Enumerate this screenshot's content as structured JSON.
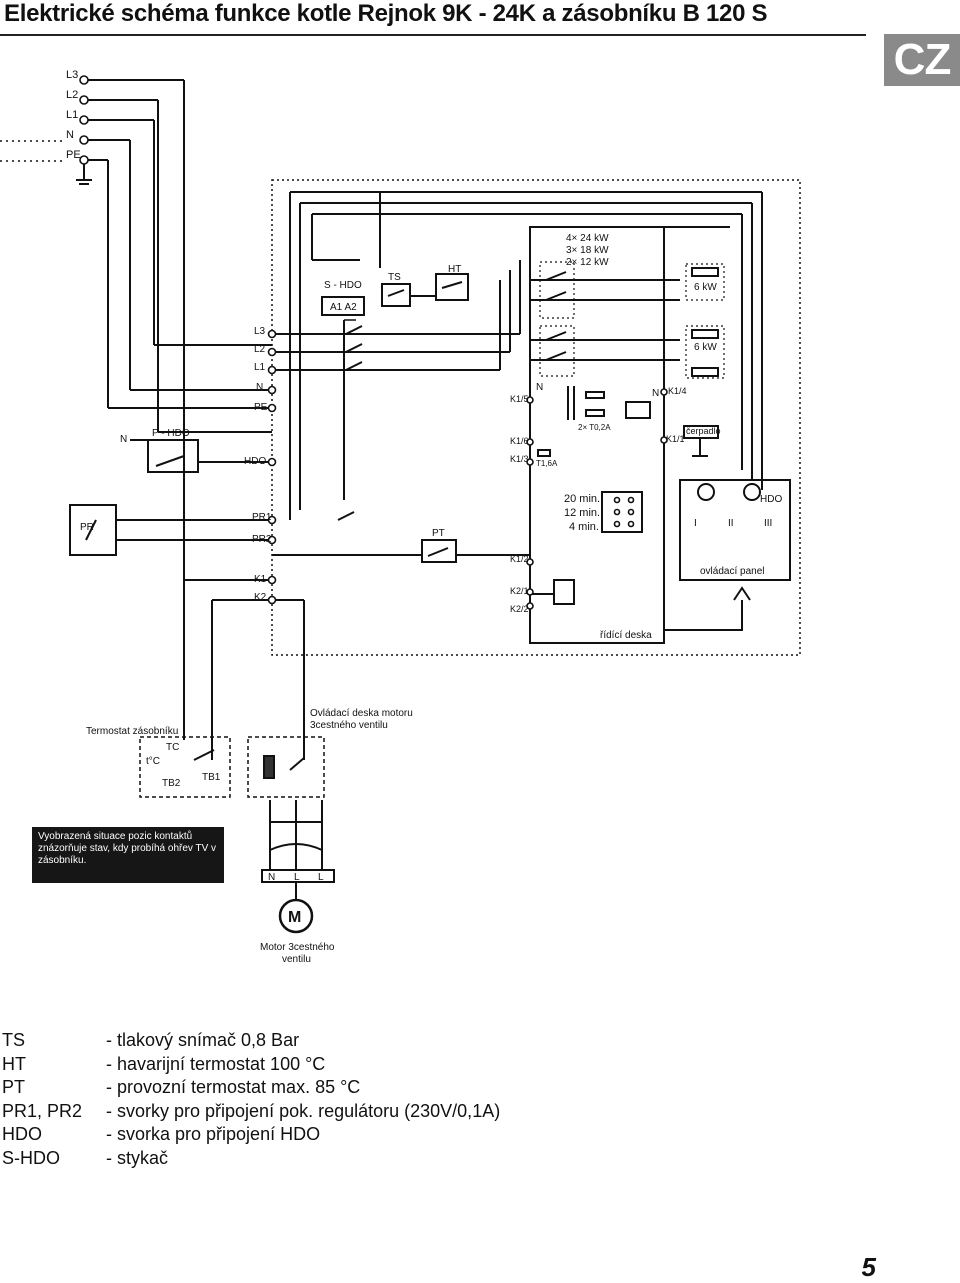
{
  "title": "Elektrické schéma funkce kotle Rejnok 9K - 24K a zásobníku B 120 S",
  "lang_badge": "CZ",
  "diagram": {
    "terminals": {
      "mains": [
        "L3",
        "L2",
        "L1",
        "N",
        "PE"
      ],
      "board": [
        "L3",
        "L2",
        "L1",
        "N",
        "PE",
        "HDO",
        "PR1",
        "PR2",
        "K1",
        "K2"
      ]
    },
    "labels": {
      "s_hdo": "S -  HDO",
      "a1a2": "A1 A2",
      "ts": "TS",
      "ht": "HT",
      "power": [
        "4×  24 kW",
        "3×  18 kW",
        "2×  12 kW"
      ],
      "kw_top": "6 kW",
      "kw_bottom": "6 kW",
      "k1_5": "K1/5",
      "k1_6": "K1/6",
      "k1_3": "K1/3",
      "k1_4": "K1/4",
      "k1_1": "K1/1",
      "k1_2": "K1/2",
      "k2_1": "K2/1",
      "k2_2": "K2/2",
      "n1": "N",
      "n2": "N",
      "n3": "N",
      "t16": "T1,6A",
      "t02": "2× T0,2A",
      "cerpadlo": "čerpadlo",
      "p_hdo": "P -  HDO",
      "pr": "PR",
      "pt": "PT",
      "hdo_lamp": "HDO",
      "times": [
        "20 min.",
        "12 min.",
        "4 min."
      ],
      "modes": [
        "I",
        "II",
        "III"
      ],
      "panel": "ovládací panel",
      "ridici": "řídící deska",
      "termostat": "Termostat zásobníku",
      "tc": "TC",
      "tdeg": "t°C",
      "tb2": "TB2",
      "tb1": "TB1",
      "ovladaci": [
        "Ovládací deska motoru",
        "3cestného ventilu"
      ],
      "nll": [
        "N",
        "L",
        "L"
      ],
      "m": "M",
      "motor": [
        "Motor 3cestného",
        "ventilu"
      ]
    }
  },
  "note": "Vyobrazená situace pozic kontaktů znázorňuje stav, kdy probíhá ohřev TV v zásobníku.",
  "legend": [
    {
      "key": "TS",
      "desc": "- tlakový snímač 0,8 Bar"
    },
    {
      "key": "HT",
      "desc": "- havarijní termostat 100 °C"
    },
    {
      "key": "PT",
      "desc": "- provozní termostat max. 85 °C"
    },
    {
      "key": "PR1, PR2",
      "desc": "- svorky pro připojení pok. regulátoru (230V/0,1A)"
    },
    {
      "key": "HDO",
      "desc": "- svorka pro připojení HDO"
    },
    {
      "key": "S-HDO",
      "desc": "- stykač"
    }
  ],
  "page_number": "5"
}
